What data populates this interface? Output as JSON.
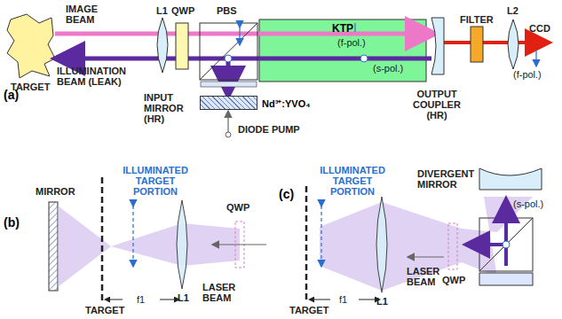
{
  "diagram": {
    "nodes": [
      {
        "text": [
          "KTP"
        ]
      },
      {
        "text": [
          "Nd³⁺:YVO₄"
        ]
      }
    ],
    "labels": [
      "(a)",
      "IMAGE BEAM",
      "L1",
      "QWP",
      "PBS",
      "FILTER",
      "L2",
      "CCD",
      "TARGET",
      "ILLUMINATION BEAM (LEAK)",
      "(f-pol.)",
      "(s-pol.)",
      "INPUT MIRROR (HR)",
      "OUTPUT COUPLER (HR)",
      "(f-pol.)",
      "DIODE PUMP",
      "(b)",
      "MIRROR",
      "ILLUMINATED TARGET PORTION",
      "QWP",
      "TARGET",
      "f1",
      "L1",
      "LASER BEAM",
      "(c)",
      "ILLUMINATED TARGET PORTION",
      "DIVERGENT MIRROR",
      "(s-pol.)",
      "QWP",
      "TARGET",
      "f1",
      "L1",
      "LASER BEAM"
    ]
  }
}
